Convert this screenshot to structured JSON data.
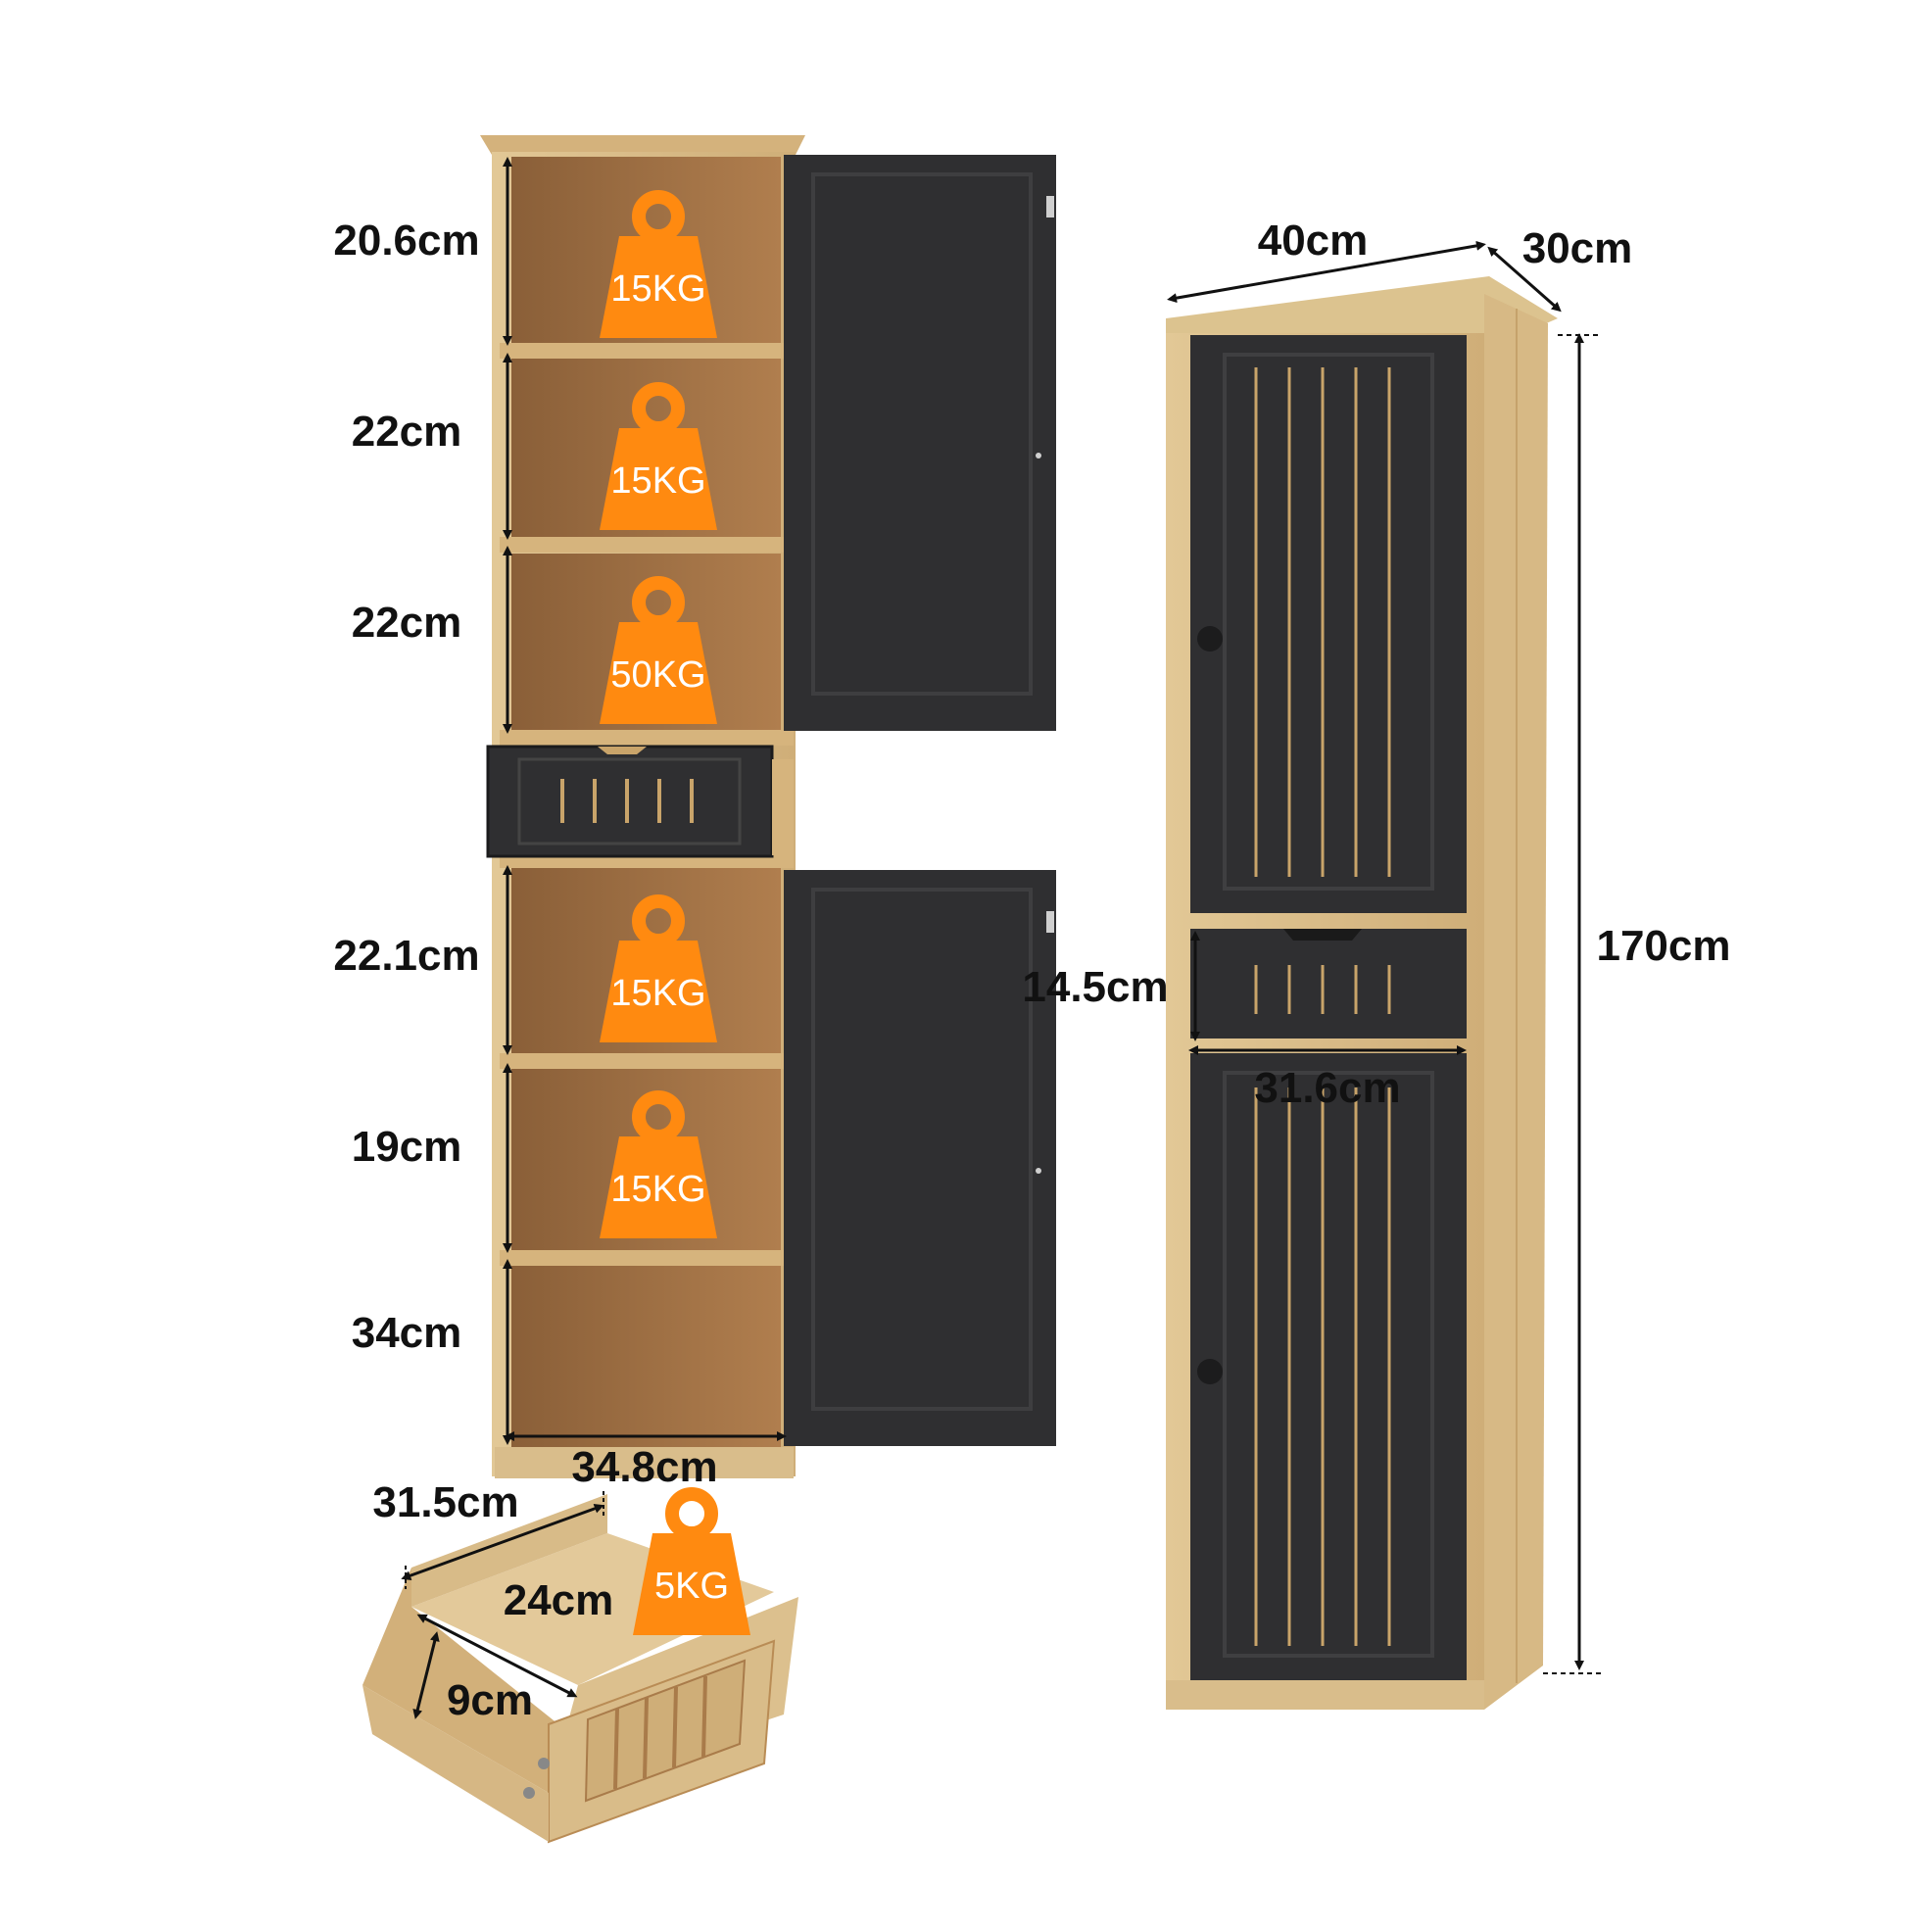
{
  "colors": {
    "wood": "#d8ba86",
    "wood_dark": "#b98c55",
    "wood_interior": "#a9784a",
    "panel": "#2f2f31",
    "panel_edge": "#1b1b1c",
    "weight_orange": "#ff8a10",
    "dim_line": "#111111"
  },
  "open_view": {
    "shelf_heights": [
      "20.6cm",
      "22cm",
      "22cm",
      "22.1cm",
      "19cm",
      "34cm"
    ],
    "weights": [
      "15KG",
      "15KG",
      "50KG",
      "15KG",
      "15KG"
    ],
    "inner_width": "34.8cm"
  },
  "drawer_detail": {
    "width": "31.5cm",
    "depth": "24cm",
    "height": "9cm",
    "weight": "5KG"
  },
  "closed_view": {
    "width": "40cm",
    "depth": "30cm",
    "height": "170cm",
    "drawer_height": "14.5cm",
    "drawer_width": "31.6cm"
  }
}
